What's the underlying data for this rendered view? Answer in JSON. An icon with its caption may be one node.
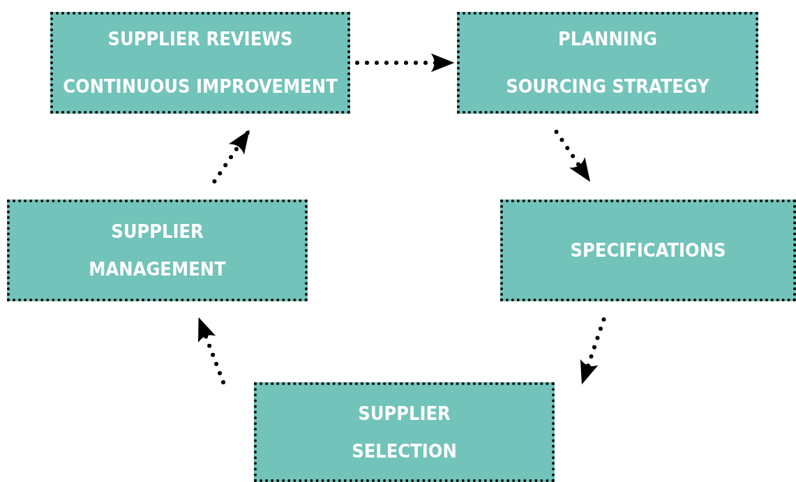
{
  "diagram": {
    "nodes": [
      {
        "text": [
          "SUPPLIER REVIEWS",
          "CONTINUOUS IMPROVEMENT"
        ]
      },
      {
        "text": [
          "PLANNING",
          "SOURCING STRATEGY"
        ]
      },
      {
        "text": [
          "SPECIFICATIONS"
        ]
      },
      {
        "text": [
          "SUPPLIER SELECTION"
        ]
      },
      {
        "text": [
          "SUPPLIER MANAGEMENT"
        ]
      }
    ],
    "edges": [
      {
        "from": 0,
        "to": 1,
        "arrow": "to"
      },
      {
        "from": 1,
        "to": 2,
        "arrow": "to"
      },
      {
        "from": 2,
        "to": 3,
        "arrow": "to"
      },
      {
        "from": 3,
        "to": 4,
        "arrow": "to"
      },
      {
        "from": 4,
        "to": 0,
        "arrow": "to"
      }
    ]
  }
}
